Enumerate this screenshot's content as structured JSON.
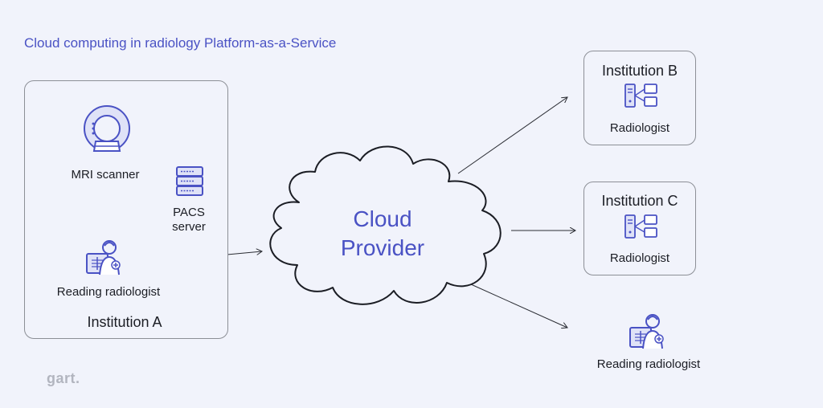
{
  "title": "Cloud computing in radiology Platform-as-a-Service",
  "institution_a": {
    "name": "Institution A",
    "mri_label": "MRI scanner",
    "pacs_label_line1": "PACS",
    "pacs_label_line2": "server",
    "reader_label": "Reading radiologist"
  },
  "cloud": {
    "line1": "Cloud",
    "line2": "Provider"
  },
  "institution_b": {
    "name": "Institution B",
    "role": "Radiologist"
  },
  "institution_c": {
    "name": "Institution C",
    "role": "Radiologist"
  },
  "remote_reader": {
    "label": "Reading radiologist"
  },
  "logo": "gart.",
  "colors": {
    "accent": "#4a52c4",
    "background": "#f1f3fb",
    "line": "#2a2c33"
  }
}
